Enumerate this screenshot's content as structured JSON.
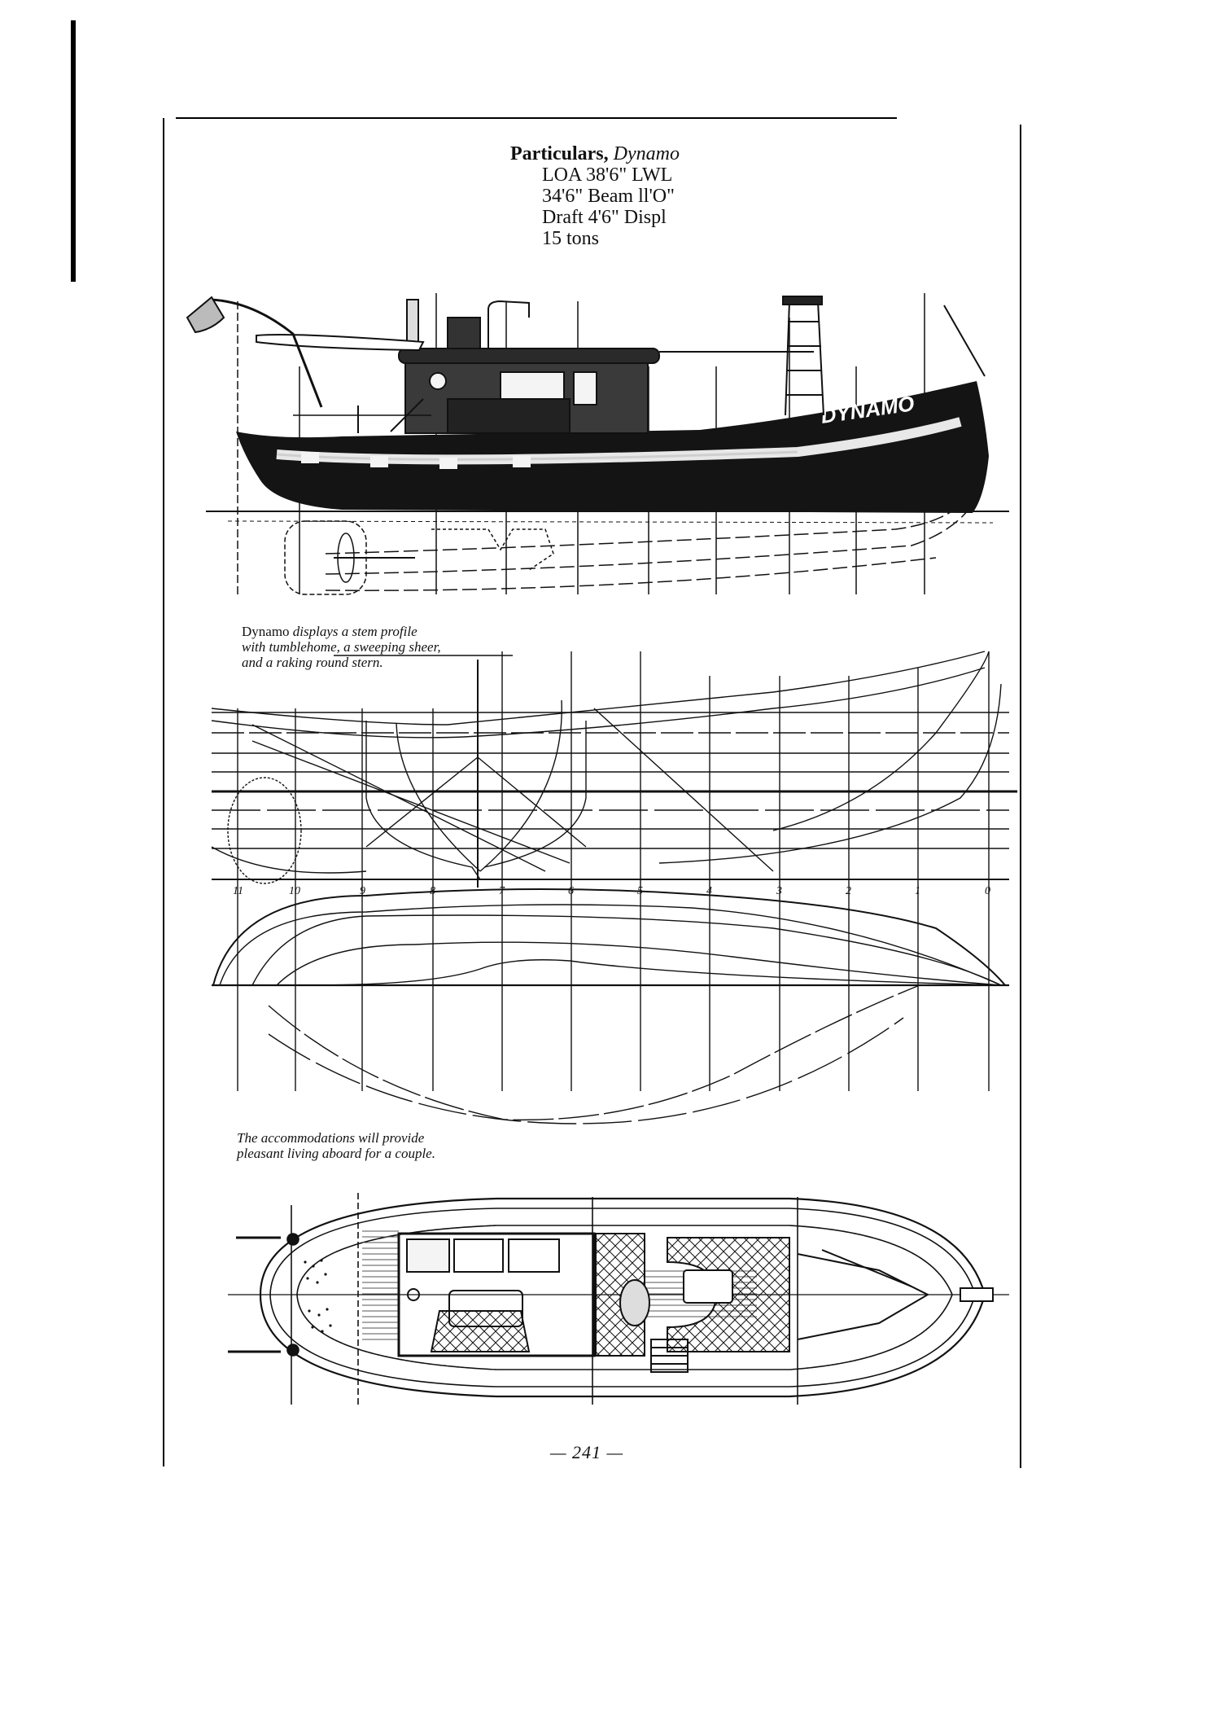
{
  "page": {
    "number_label": "— 241 —",
    "number": "241"
  },
  "particulars": {
    "title_bold": "Particulars,",
    "title_italic": "Dynamo",
    "lines": [
      "LOA   38'6\" LWL",
      "34'6\" Beam ll'O\"",
      "Draft  4'6\" Displ",
      "15 tons"
    ]
  },
  "figures": {
    "profile": {
      "hull_name": "DYNAMO",
      "description": "Outboard profile drawing of the motor vessel with pilothouse, mast and davits"
    },
    "lines_plan": {
      "caption_roman": "Dynamo",
      "caption_italic_1": "displays a stem profile",
      "caption_italic_2": "with tumblehome, a sweeping sheer,",
      "caption_italic_3": "and a raking round stern.",
      "station_numbers": [
        "11",
        "10",
        "9",
        "8",
        "7",
        "6",
        "5",
        "4",
        "3",
        "2",
        "1",
        "0"
      ]
    },
    "accommodation_plan": {
      "caption_line_1": "The accommodations will provide",
      "caption_line_2": "pleasant living aboard for a couple."
    }
  },
  "colors": {
    "ink": "#111111",
    "paper": "#ffffff"
  }
}
